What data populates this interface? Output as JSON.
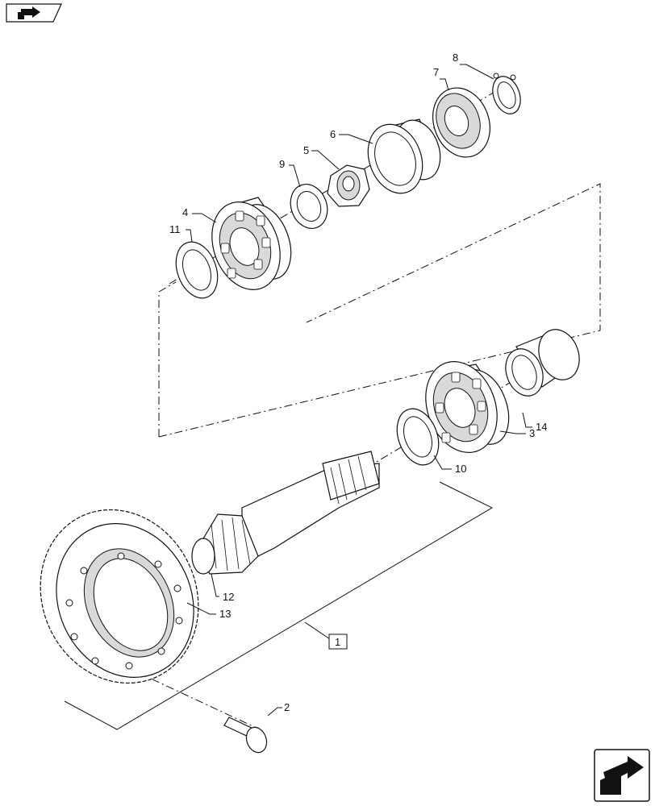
{
  "callouts": {
    "c1": "1",
    "c2": "2",
    "c3": "3",
    "c4": "4",
    "c5": "5",
    "c6": "6",
    "c7": "7",
    "c8": "8",
    "c9": "9",
    "c10": "10",
    "c11": "11",
    "c12": "12",
    "c13": "13",
    "c14": "14"
  },
  "icons": {
    "top_left": "previous-page-icon",
    "bottom_right": "next-page-icon"
  },
  "colors": {
    "line": "#111111",
    "shade": "#d9d9d9",
    "background": "#ffffff"
  }
}
